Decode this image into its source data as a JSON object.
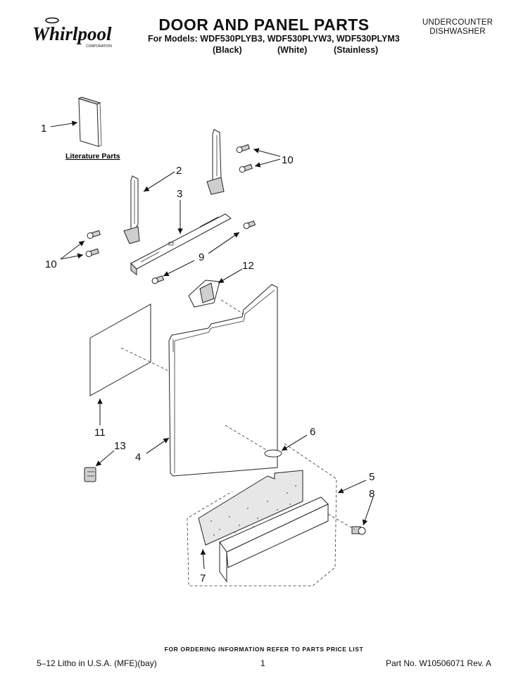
{
  "header": {
    "brand": "Whirlpool",
    "brand_sub": "CORPORATION",
    "title": "DOOR AND PANEL PARTS",
    "models_line": "For Models: WDF530PLYB3, WDF530PLYW3, WDF530PLYM3",
    "variants": [
      "(Black)",
      "(White)",
      "(Stainless)"
    ],
    "appliance_type_line1": "UNDERCOUNTER",
    "appliance_type_line2": "DISHWASHER"
  },
  "diagram": {
    "literature_label": "Literature Parts",
    "callouts": {
      "c1": "1",
      "c2": "2",
      "c3": "3",
      "c4": "4",
      "c5": "5",
      "c6": "6",
      "c7": "7",
      "c8": "8",
      "c9": "9",
      "c10a": "10",
      "c10b": "10",
      "c11": "11",
      "c12": "12",
      "c13": "13"
    }
  },
  "footer": {
    "ordering_info": "FOR ORDERING INFORMATION REFER TO PARTS PRICE LIST",
    "litho": "5–12 Litho in U.S.A. (MFE)(bay)",
    "page": "1",
    "part_number": "Part No. W10506071 Rev. A"
  },
  "icons": {
    "logo": "whirlpool-logo"
  }
}
